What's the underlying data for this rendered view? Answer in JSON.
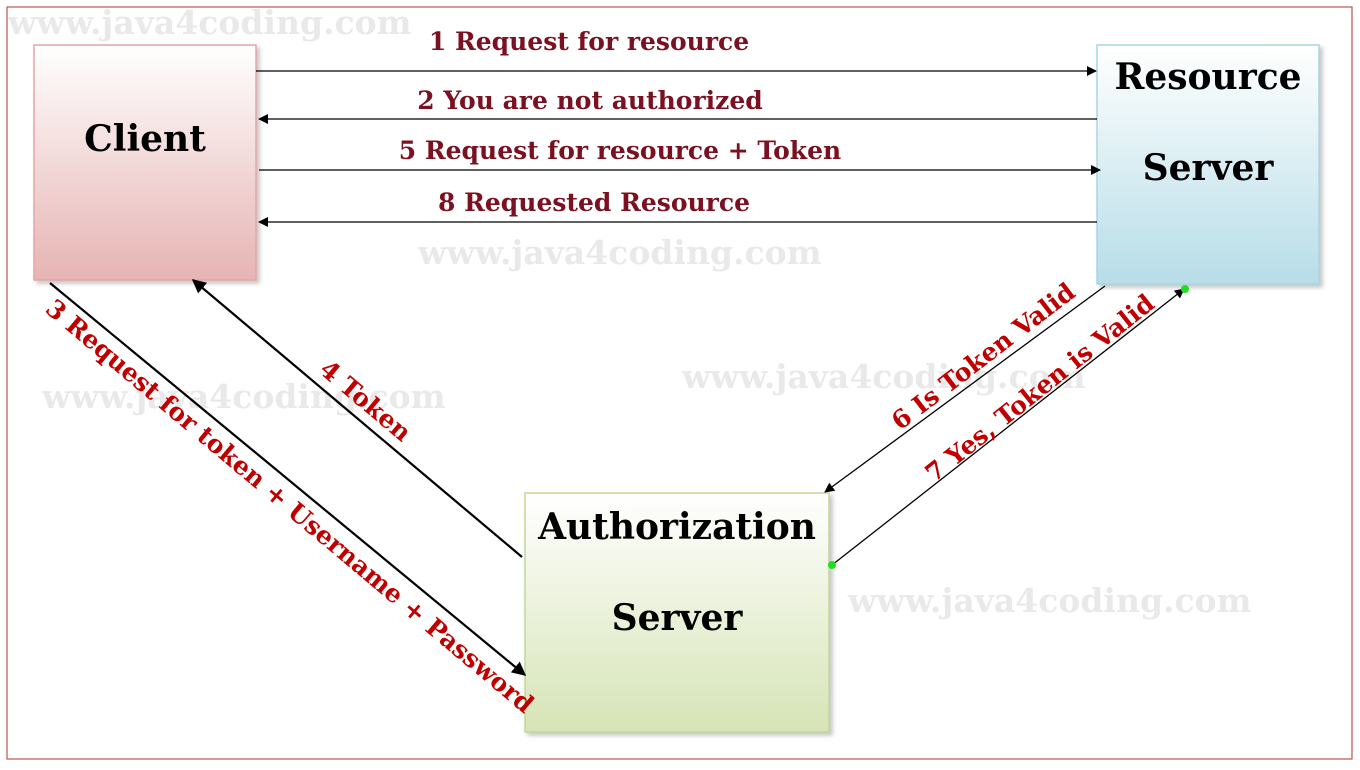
{
  "colors": {
    "frame": "#c0504d",
    "top_label": "#7b1020",
    "diag_label": "#c00000",
    "line": "#000000",
    "connector_dot": "#22dd22",
    "client_top": "#ffffff",
    "client_bottom": "#e6b4b3",
    "client_border": "#e3a7a6",
    "resource_top": "#ffffff",
    "resource_bottom": "#b7dde8",
    "resource_border": "#a8d6e3",
    "auth_top": "#ffffff",
    "auth_bottom": "#d6e4b6",
    "auth_border": "#c3d69b"
  },
  "watermarks": [
    "www.java4coding.com",
    "www.java4coding.com",
    "www.java4coding.com",
    "www.java4coding.com",
    "www.java4coding.com"
  ],
  "nodes": {
    "client": {
      "label": "Client"
    },
    "resource": {
      "line1": "Resource",
      "line2": "Server"
    },
    "auth": {
      "line1": "Authorization",
      "line2": "Server"
    }
  },
  "edges": {
    "e1": "1 Request for resource",
    "e2": "2 You are not authorized",
    "e3": "3 Request for token  + Username + Password",
    "e4": "4 Token",
    "e5": "5 Request for resource + Token",
    "e6": "6 Is Token Valid",
    "e7": "7 Yes, Token is Valid",
    "e8": "8 Requested Resource"
  }
}
